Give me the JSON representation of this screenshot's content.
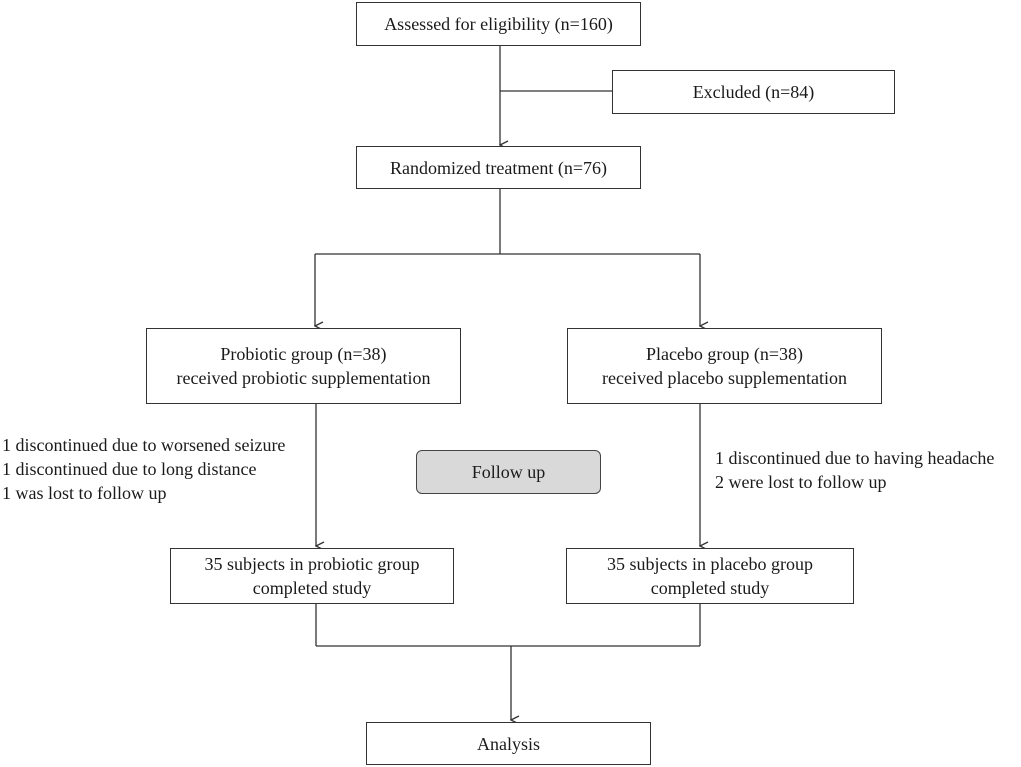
{
  "boxes": {
    "assessed": "Assessed for eligibility (n=160)",
    "excluded": "Excluded (n=84)",
    "randomized": "Randomized treatment (n=76)",
    "probiotic": {
      "line1": "Probiotic group (n=38)",
      "line2": "received probiotic supplementation"
    },
    "placebo": {
      "line1": "Placebo group (n=38)",
      "line2": "received placebo supplementation"
    },
    "follow_up": "Follow up",
    "probiotic_completed": {
      "line1": "35 subjects in probiotic group",
      "line2": "completed study"
    },
    "placebo_completed": {
      "line1": "35 subjects in placebo group",
      "line2": "completed study"
    },
    "analysis": "Analysis"
  },
  "notes": {
    "probiotic_losses": [
      "1 discontinued due to worsened seizure",
      "1 discontinued due to long distance",
      "1 was lost to follow up"
    ],
    "placebo_losses": [
      "1 discontinued due to having headache",
      "2 were lost to follow up"
    ]
  }
}
